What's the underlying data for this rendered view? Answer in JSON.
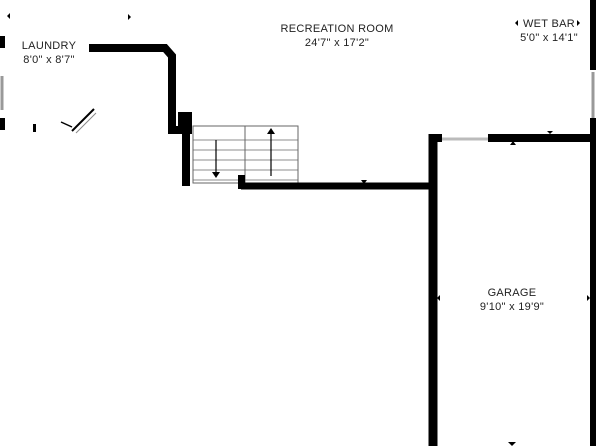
{
  "colors": {
    "wall": "#000000",
    "background": "#ffffff",
    "stair_line": "#555555"
  },
  "rooms": {
    "recreation": {
      "name": "RECREATION ROOM",
      "dims": "24'7\" x 17'2\""
    },
    "laundry": {
      "name": "LAUNDRY",
      "dims": "8'0\" x 8'7\""
    },
    "wet_bar": {
      "name": "WET BAR",
      "dims": "5'0\" x 14'1\""
    },
    "garage": {
      "name": "GARAGE",
      "dims": "9'10\" x 19'9\""
    }
  }
}
